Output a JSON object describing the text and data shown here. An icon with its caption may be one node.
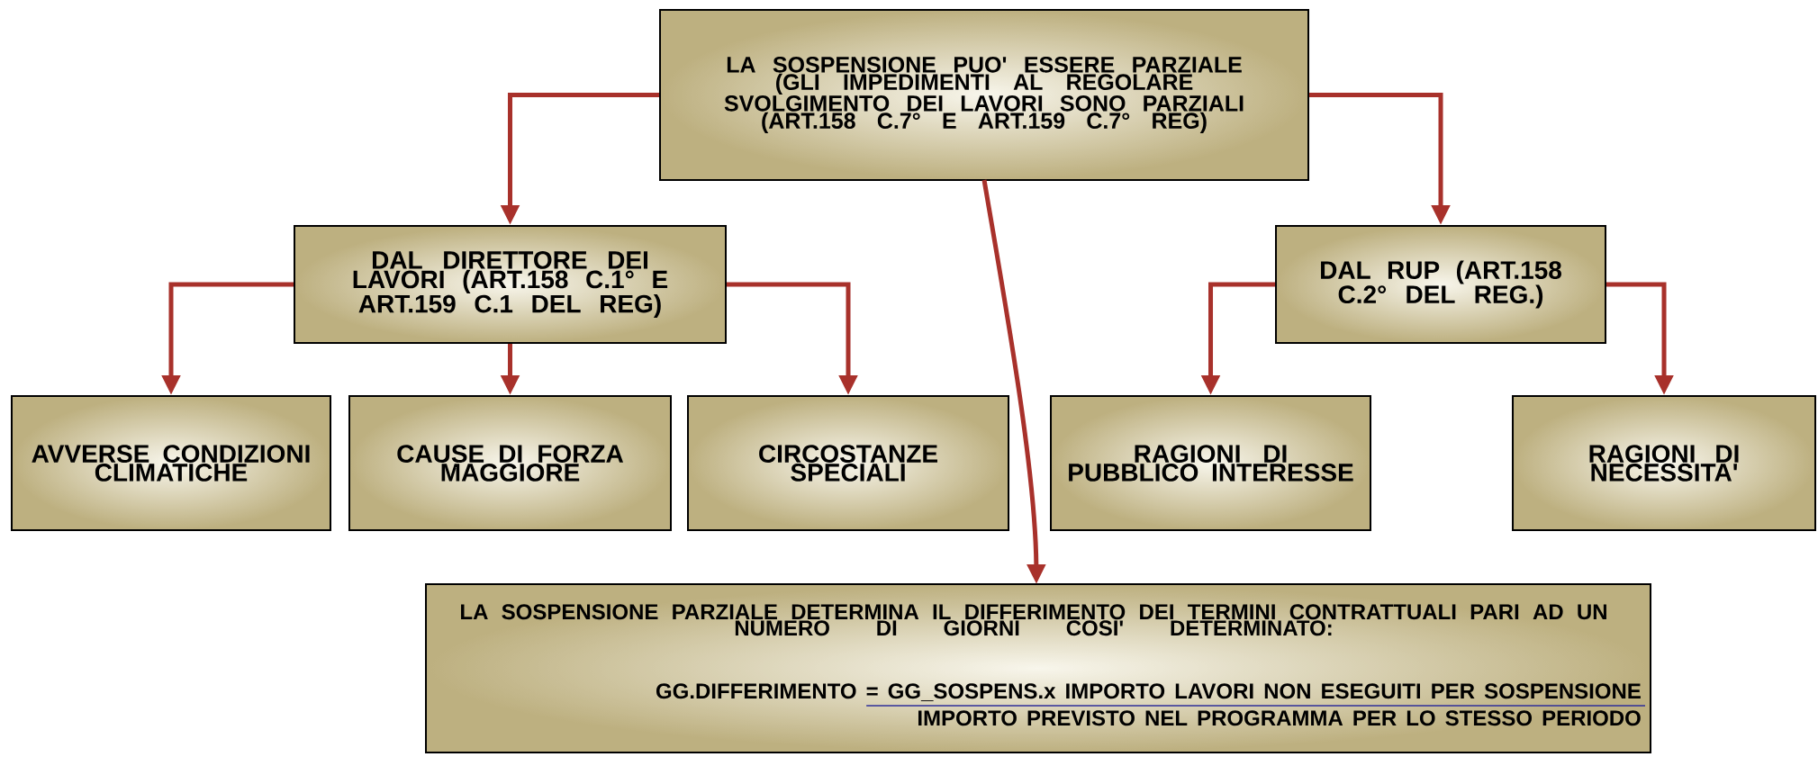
{
  "diagram": {
    "nodes": [
      {
        "text": [
          "LA SOSPENSIONE PUO' ESSERE PARZIALE (GLI IMPEDIMENTI AL REGOLARE SVOLGIMENTO DEI LAVORI SONO PARZIALI (ART.158 C.7° E ART.159 C.7° REG)"
        ]
      },
      {
        "text": [
          "DAL DIRETTORE DEI LAVORI (ART.158 C.1° E ART.159 C.1 DEL REG)"
        ]
      },
      {
        "text": [
          "DAL RUP (ART.158 C.2° DEL REG.)"
        ]
      },
      {
        "text": [
          "AVVERSE CONDIZIONI CLIMATICHE"
        ]
      },
      {
        "text": [
          "CAUSE DI FORZA MAGGIORE"
        ]
      },
      {
        "text": [
          "CIRCOSTANZE SPECIALI"
        ]
      },
      {
        "text": [
          "RAGIONI DI PUBBLICO INTERESSE"
        ]
      },
      {
        "text": [
          "RAGIONI DI NECESSITA'"
        ]
      },
      {
        "text": [
          "LA SOSPENSIONE PARZIALE DETERMINA IL DIFFERIMENTO DEI TERMINI CONTRATTUALI PARI AD UN NUMERO DI GIORNI COSI' DETERMINATO:",
          "GG.DIFFERIMENTO = GG_SOSPENS.x IMPORTO LAVORI NON ESEGUITI PER SOSPENSIONE",
          "IMPORTO PREVISTO NEL PROGRAMMA PER LO STESSO PERIODO"
        ]
      }
    ],
    "edges": [
      {
        "from": 0,
        "to": 1,
        "arrow": "to"
      },
      {
        "from": 0,
        "to": 2,
        "arrow": "to"
      },
      {
        "from": 0,
        "to": 8,
        "arrow": "to"
      },
      {
        "from": 1,
        "to": 3,
        "arrow": "to"
      },
      {
        "from": 1,
        "to": 4,
        "arrow": "to"
      },
      {
        "from": 1,
        "to": 5,
        "arrow": "to"
      },
      {
        "from": 2,
        "to": 6,
        "arrow": "to"
      },
      {
        "from": 2,
        "to": 7,
        "arrow": "to"
      }
    ]
  }
}
